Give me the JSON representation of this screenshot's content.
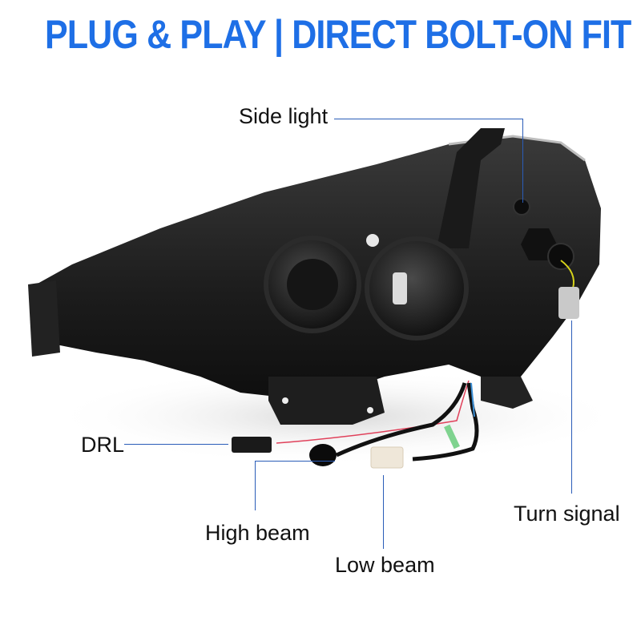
{
  "header": {
    "title": "PLUG & PLAY | DIRECT BOLT-ON FIT",
    "color": "#1e6fe6"
  },
  "product": {
    "description": "Headlight assembly rear view with wiring harness"
  },
  "callouts": [
    {
      "id": "side-light",
      "label": "Side light"
    },
    {
      "id": "drl",
      "label": "DRL"
    },
    {
      "id": "high-beam",
      "label": "High beam"
    },
    {
      "id": "low-beam",
      "label": "Low beam"
    },
    {
      "id": "turn-signal",
      "label": "Turn signal"
    }
  ],
  "colors": {
    "leader_line": "#2a5cb8",
    "label_text": "#111111"
  }
}
